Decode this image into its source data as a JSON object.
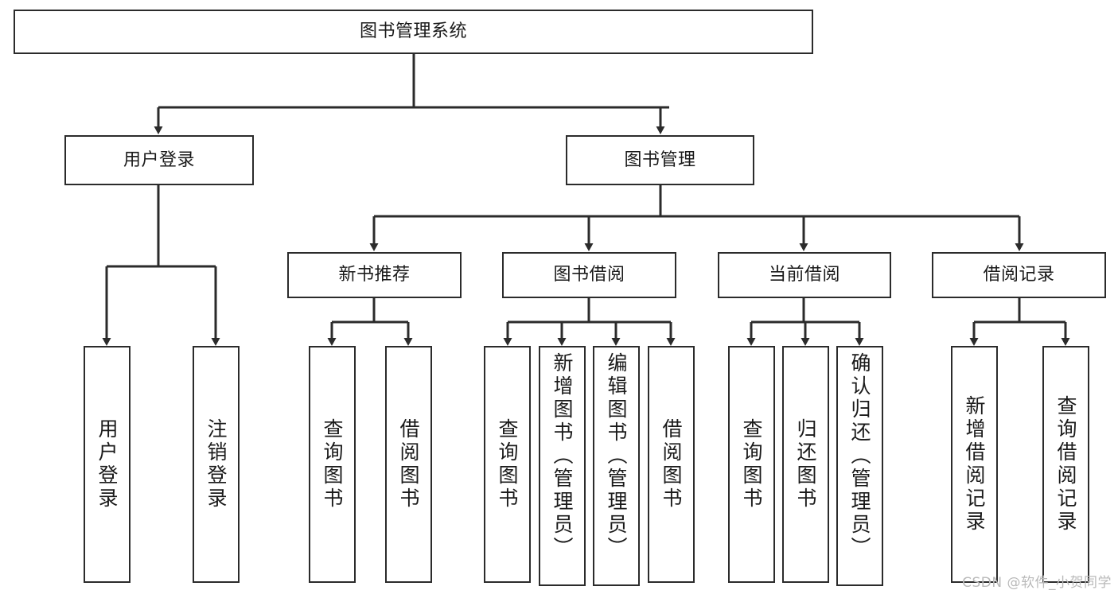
{
  "diagram": {
    "title": "图书管理系统",
    "type": "tree-hierarchy",
    "watermark": "CSDN @软件_小贺同学",
    "colors": {
      "stroke": "#2b2b2b",
      "fill": "#ffffff",
      "text": "#1a1a1a",
      "watermark": "#b9b9b9"
    },
    "nodes": {
      "root": {
        "label": "图书管理系统"
      },
      "level2": [
        {
          "id": "user-login",
          "label": "用户登录"
        },
        {
          "id": "book-manage",
          "label": "图书管理"
        }
      ],
      "level3": [
        {
          "id": "new-book-rec",
          "label": "新书推荐"
        },
        {
          "id": "book-borrow",
          "label": "图书借阅"
        },
        {
          "id": "current-borrow",
          "label": "当前借阅"
        },
        {
          "id": "borrow-record",
          "label": "借阅记录"
        }
      ],
      "leaves": {
        "user_login": [
          {
            "id": "leaf-user-login",
            "label": "用户登录"
          },
          {
            "id": "leaf-logout-login",
            "label": "注销登录"
          }
        ],
        "new_book_rec": [
          {
            "id": "leaf-query-book-1",
            "label": "查询图书"
          },
          {
            "id": "leaf-borrow-book-1",
            "label": "借阅图书"
          }
        ],
        "book_borrow": [
          {
            "id": "leaf-query-book-2",
            "label": "查询图书"
          },
          {
            "id": "leaf-add-book",
            "label": "新增图书（管理员）"
          },
          {
            "id": "leaf-edit-book",
            "label": "编辑图书（管理员）"
          },
          {
            "id": "leaf-borrow-book-2",
            "label": "借阅图书"
          }
        ],
        "current_borrow": [
          {
            "id": "leaf-query-book-3",
            "label": "查询图书"
          },
          {
            "id": "leaf-return-book",
            "label": "归还图书"
          },
          {
            "id": "leaf-confirm-return",
            "label": "确认归还（管理员）"
          }
        ],
        "borrow_record": [
          {
            "id": "leaf-add-record",
            "label": "新增借阅记录"
          },
          {
            "id": "leaf-query-record",
            "label": "查询借阅记录"
          }
        ]
      }
    }
  }
}
